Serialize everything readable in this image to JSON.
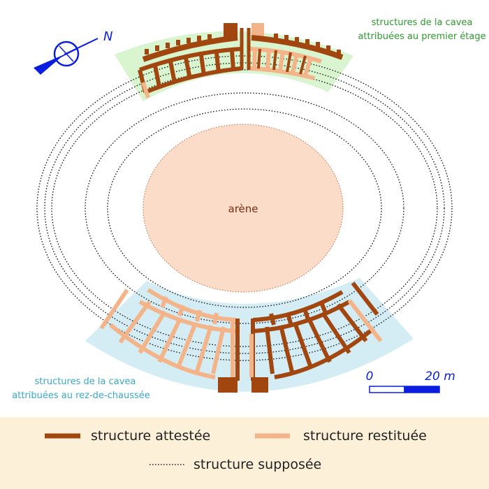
{
  "labels": {
    "arena": "arène",
    "upper_zone_line1": "structures de la cavea",
    "upper_zone_line2": "attribuées au premier étage",
    "lower_zone_line1": "structures de la cavea",
    "lower_zone_line2": "attribuées au rez-de-chaussée",
    "north": "N",
    "scale_start": "0",
    "scale_end": "20 m"
  },
  "legend": {
    "attested": "structure attestée",
    "restored": "structure restituée",
    "supposed": "structure supposée"
  },
  "colors": {
    "attested": "#a0460e",
    "restored": "#f4b48a",
    "arena_fill": "#fbdcc8",
    "upper_zone": "#d8f5d0",
    "lower_zone": "#d4ecf4",
    "upper_text": "#2d9a2d",
    "lower_text": "#3aa8c8",
    "compass": "#0b1ee0",
    "legend_bg": "#fdf0d8"
  },
  "icons": {
    "compass": "north-arrow-icon",
    "scale": "scale-bar-icon"
  }
}
